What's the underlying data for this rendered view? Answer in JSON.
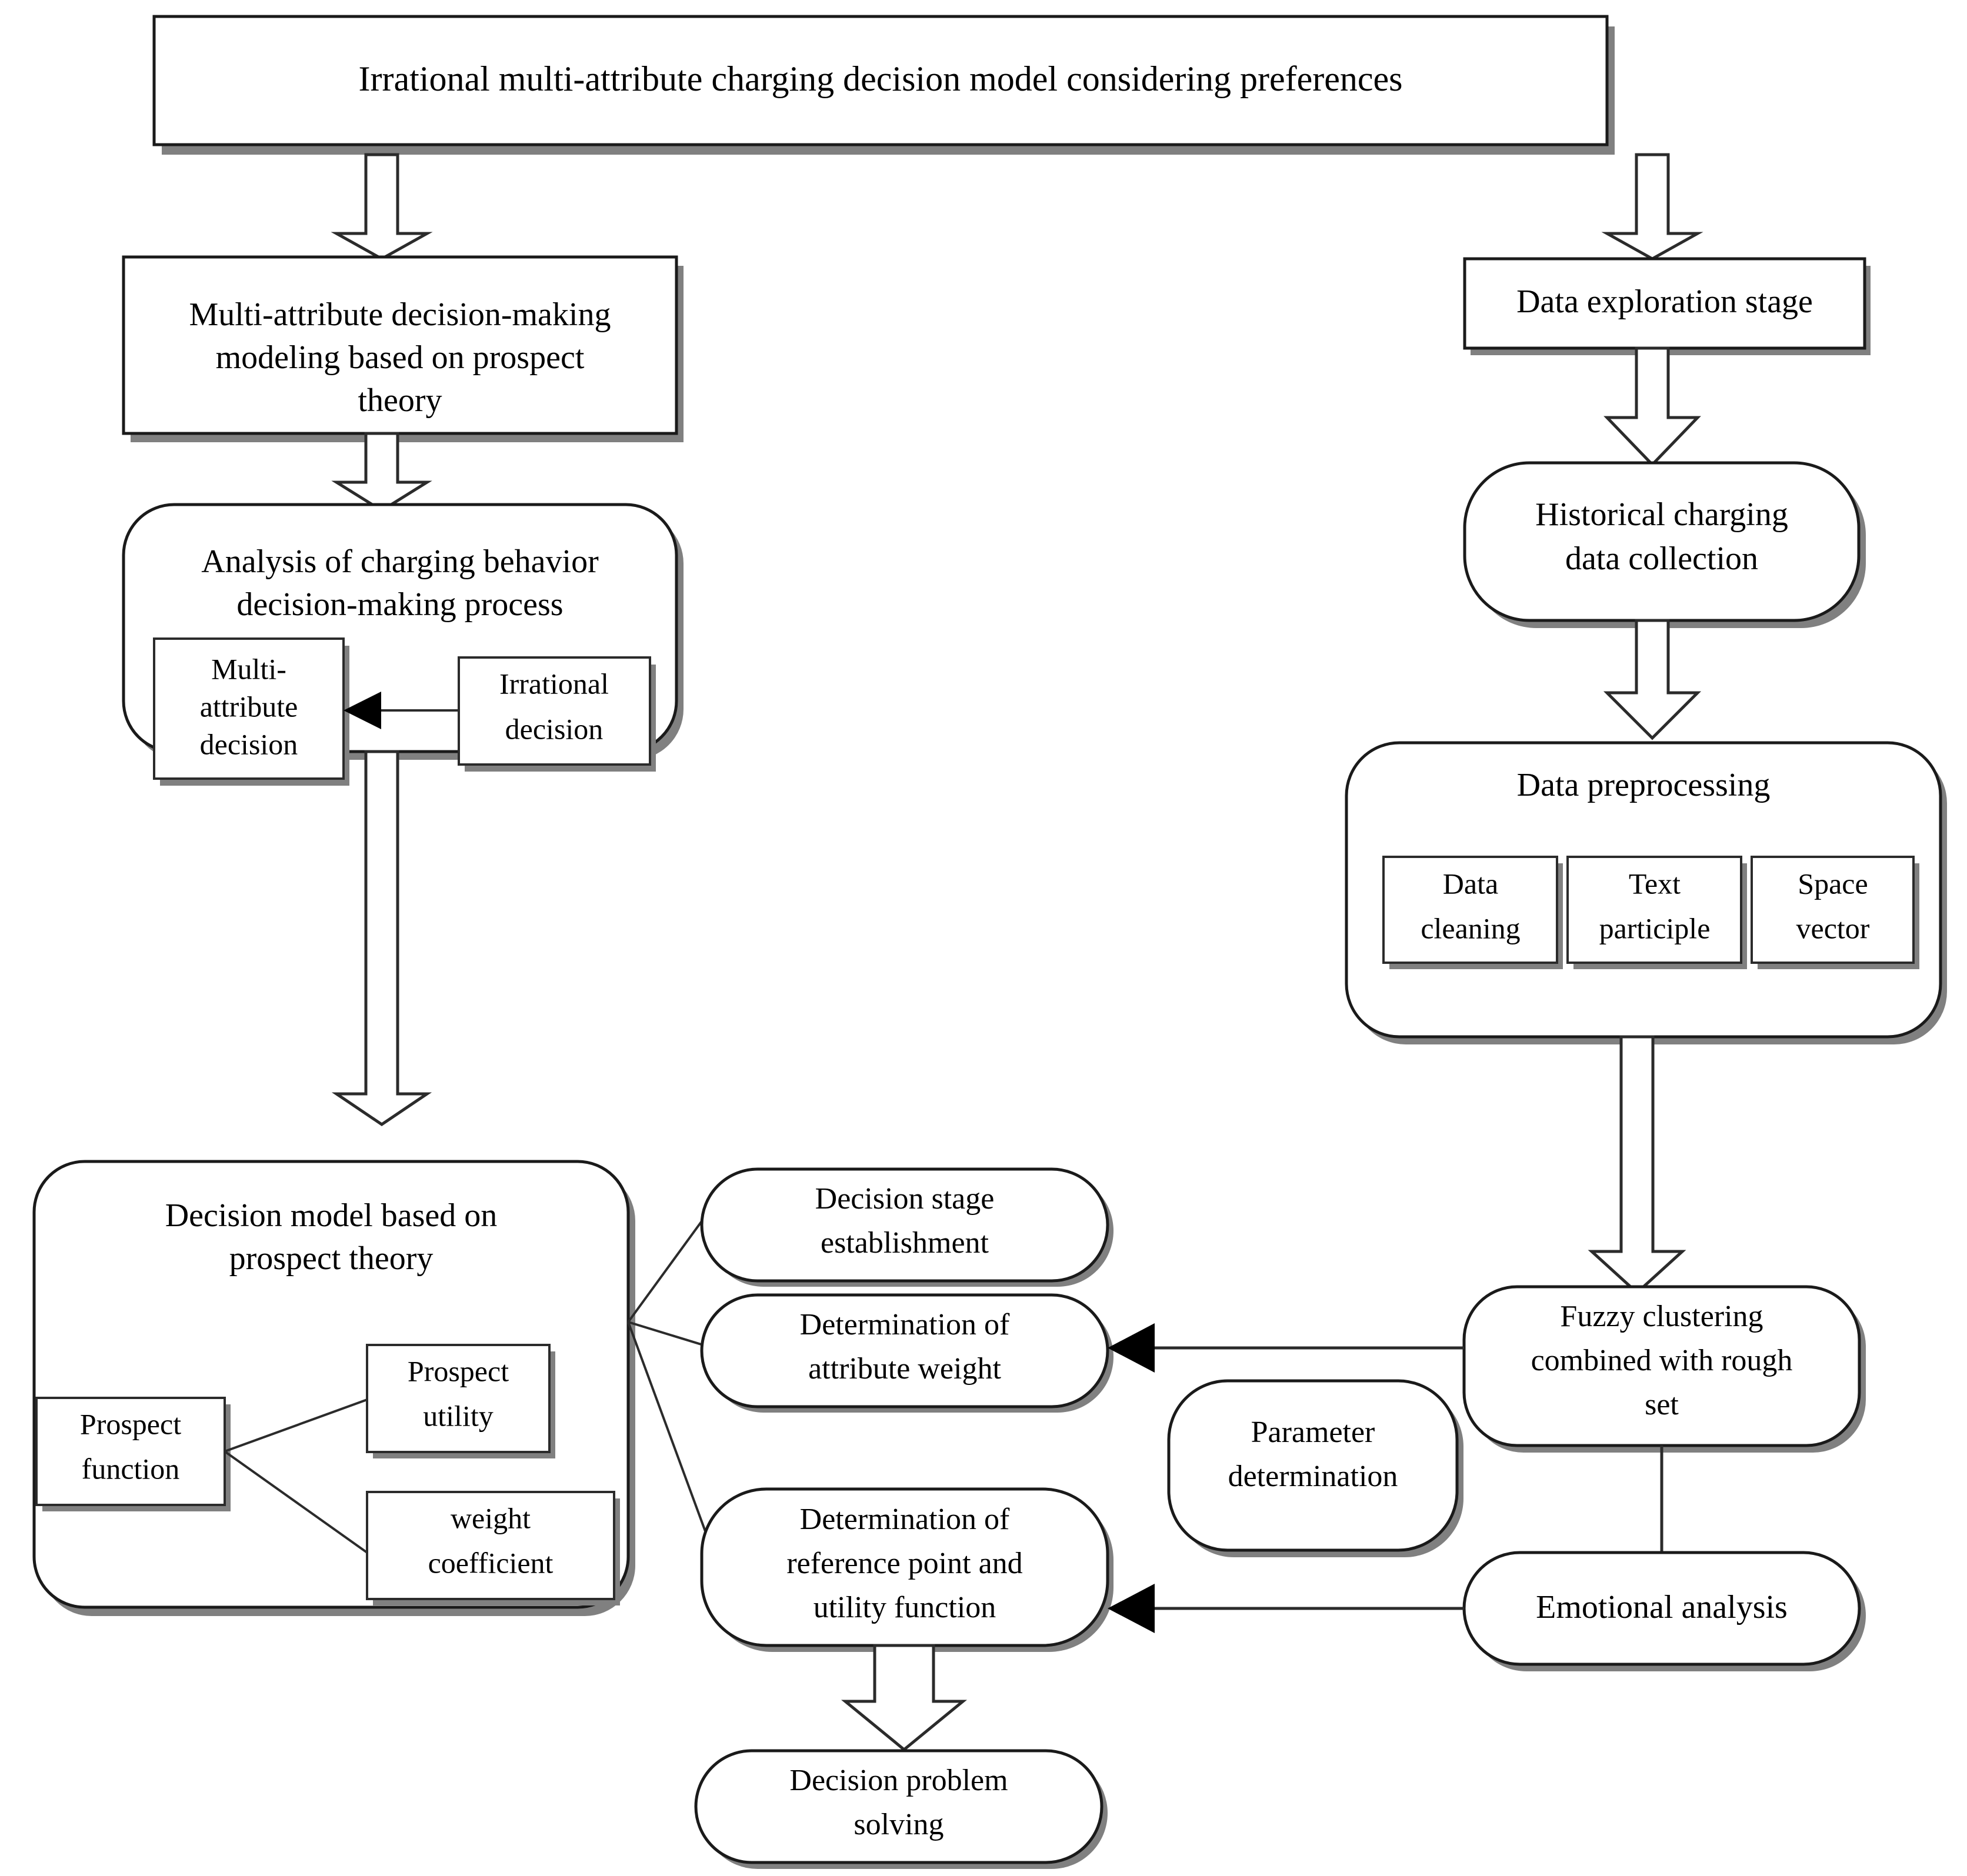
{
  "diagram": {
    "title_box": {
      "label": "Irrational multi-attribute charging decision model considering preferences"
    },
    "left_branch": {
      "modeling_box": {
        "line1": "Multi-attribute decision-making",
        "line2": "modeling based on prospect",
        "line3": "theory"
      },
      "analysis_box": {
        "line1": "Analysis of charging behavior",
        "line2": "decision-making process",
        "sub_multi_attribute": {
          "line1": "Multi-",
          "line2": "attribute",
          "line3": "decision"
        },
        "sub_irrational": {
          "line1": "Irrational",
          "line2": "decision"
        }
      },
      "decision_model_box": {
        "line1": "Decision model based on",
        "line2": "prospect theory",
        "sub_prospect_function": {
          "line1": "Prospect",
          "line2": "function"
        },
        "sub_prospect_utility": {
          "line1": "Prospect",
          "line2": "utility"
        },
        "sub_weight_coefficient": {
          "line1": "weight",
          "line2": "coefficient"
        }
      }
    },
    "middle_branch": {
      "decision_stage": {
        "line1": "Decision stage",
        "line2": "establishment"
      },
      "attribute_weight": {
        "line1": "Determination of",
        "line2": "attribute weight"
      },
      "reference_point": {
        "line1": "Determination of",
        "line2": "reference point and",
        "line3": "utility function"
      },
      "problem_solving": {
        "line1": "Decision problem",
        "line2": "solving"
      }
    },
    "right_branch": {
      "data_exploration": {
        "line1": "Data exploration stage"
      },
      "historical_data": {
        "line1": "Historical charging",
        "line2": "data collection"
      },
      "preprocessing_box": {
        "line1": "Data preprocessing",
        "sub_data_cleaning": {
          "line1": "Data",
          "line2": "cleaning"
        },
        "sub_text_participle": {
          "line1": "Text",
          "line2": "participle"
        },
        "sub_space_vector": {
          "line1": "Space",
          "line2": "vector"
        }
      },
      "fuzzy_clustering": {
        "line1": "Fuzzy clustering",
        "line2": "combined with rough",
        "line3": "set"
      },
      "parameter_determination": {
        "line1": "Parameter",
        "line2": "determination"
      },
      "emotional_analysis": {
        "line1": "Emotional analysis"
      }
    },
    "colors": {
      "stroke": "#2b2b2b",
      "shadow": "#808080",
      "text": "#000000",
      "background": "#ffffff"
    }
  }
}
